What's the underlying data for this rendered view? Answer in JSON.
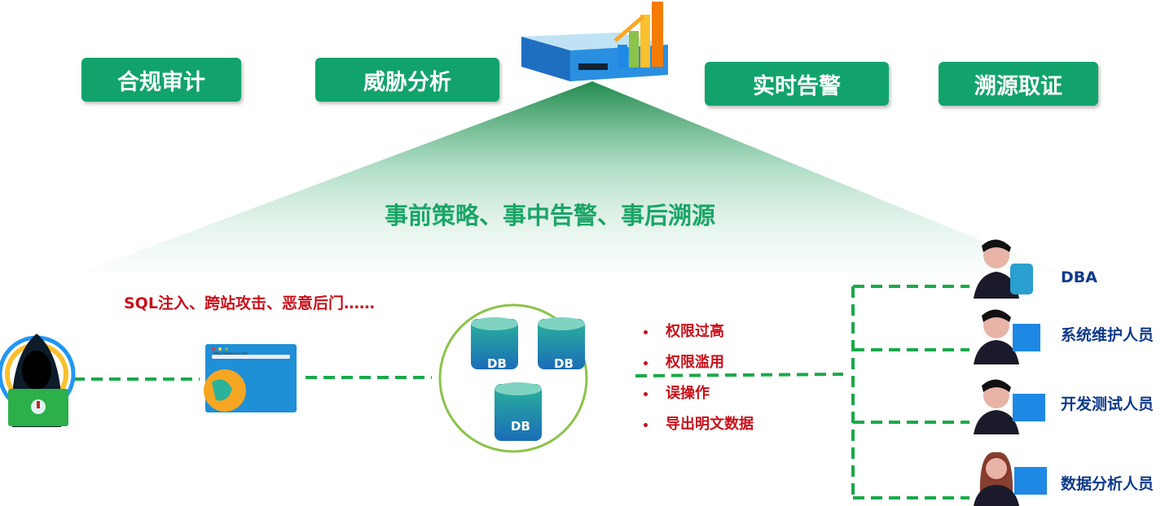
{
  "top_pills": [
    "合规审计",
    "威胁分析",
    "实时告警",
    "溯源取证"
  ],
  "slogan": "事前策略、事中告警、事后溯源",
  "attacks": "SQL注入、跨站攻击、恶意后门……",
  "browser_url": "https://www.xxx.com",
  "db_label": "DB",
  "risks": [
    "权限过高",
    "权限滥用",
    "误操作",
    "导出明文数据"
  ],
  "roles": [
    "DBA",
    "系统维护人员",
    "开发测试人员",
    "数据分析人员"
  ],
  "colors": {
    "pill": "#12a36c",
    "dash": "#1aa94a",
    "risk": "#c8101a",
    "role": "#0e3a8c"
  }
}
